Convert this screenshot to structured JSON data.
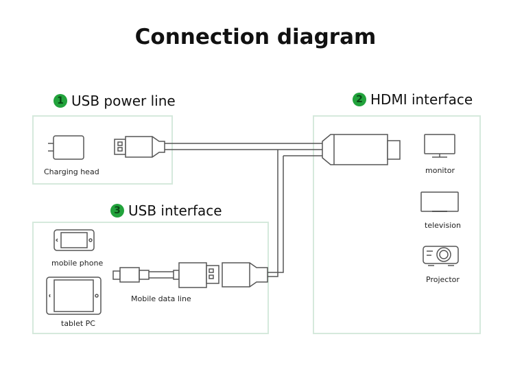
{
  "title": "Connection diagram",
  "sections": [
    {
      "number": "1",
      "label": "USB power line"
    },
    {
      "number": "2",
      "label": "HDMI interface"
    },
    {
      "number": "3",
      "label": "USB interface"
    }
  ],
  "labels": {
    "charging_head": "Charging head",
    "monitor": "monitor",
    "television": "television",
    "projector": "Projector",
    "mobile_phone": "mobile phone",
    "tablet_pc": "tablet PC",
    "mobile_data_line": "Mobile data line"
  },
  "colors": {
    "badge": "#22a33c",
    "box_border": "#d5e9dc",
    "line": "#555555"
  }
}
